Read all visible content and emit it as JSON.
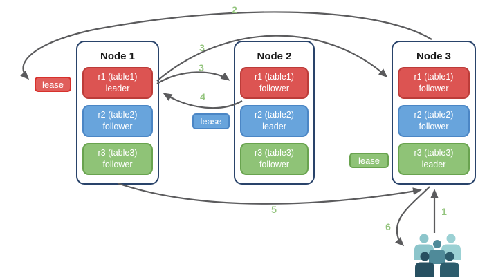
{
  "diagram_title": "raft-leaders-and-leaseholders-diagram",
  "nodes": [
    {
      "title": "Node 1",
      "replicas": [
        {
          "line1": "r1 (table1)",
          "line2": "leader",
          "color": "red"
        },
        {
          "line1": "r2 (table2)",
          "line2": "follower",
          "color": "blue"
        },
        {
          "line1": "r3 (table3)",
          "line2": "follower",
          "color": "green"
        }
      ]
    },
    {
      "title": "Node 2",
      "replicas": [
        {
          "line1": "r1 (table1)",
          "line2": "follower",
          "color": "red"
        },
        {
          "line1": "r2 (table2)",
          "line2": "leader",
          "color": "blue"
        },
        {
          "line1": "r3 (table3)",
          "line2": "follower",
          "color": "green"
        }
      ]
    },
    {
      "title": "Node 3",
      "replicas": [
        {
          "line1": "r1 (table1)",
          "line2": "follower",
          "color": "red"
        },
        {
          "line1": "r2 (table2)",
          "line2": "follower",
          "color": "blue"
        },
        {
          "line1": "r3 (table3)",
          "line2": "leader",
          "color": "green"
        }
      ]
    }
  ],
  "leases": [
    {
      "label": "lease",
      "color": "red"
    },
    {
      "label": "lease",
      "color": "blue"
    },
    {
      "label": "lease",
      "color": "green"
    }
  ],
  "steps": {
    "s1": "1",
    "s2": "2",
    "s3_to_node3": "3",
    "s3_to_node2": "3",
    "s4": "4",
    "s5": "5",
    "s6": "6"
  },
  "icons": {
    "users_group": "users-group-icon"
  },
  "colors": {
    "background": "#ffffff",
    "node_border": "#29436a",
    "replica_red_fill": "#dc5452",
    "replica_red_border": "#bc3c39",
    "replica_blue_fill": "#68a4dc",
    "replica_blue_border": "#4b86c5",
    "replica_green_fill": "#8fc377",
    "replica_green_border": "#69a34f",
    "lease_red_fill": "#e05e5b",
    "lease_red_border": "#d7312c",
    "arrow": "#5b5b5d",
    "step_label": "#93c47d",
    "users_back_left": "#8cc5cb",
    "users_back_right": "#9bd1d4",
    "users_center": "#4f8a99",
    "users_front_left": "#275061",
    "users_front_right": "#2d5c6c"
  }
}
